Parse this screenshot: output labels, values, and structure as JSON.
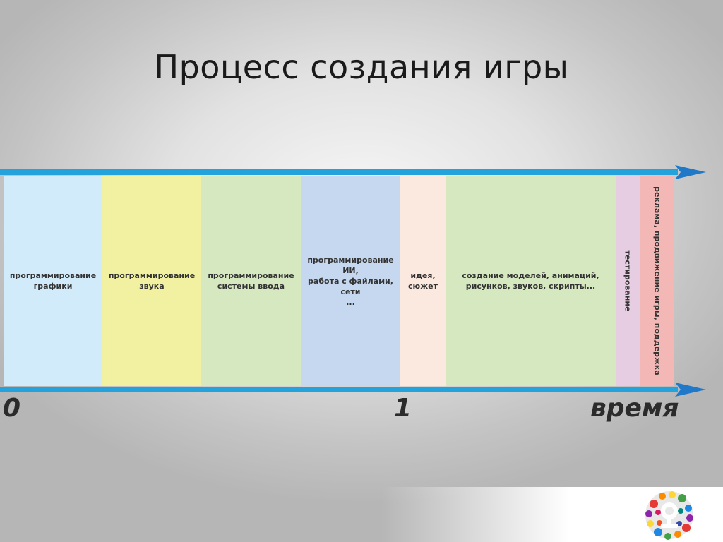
{
  "title": "Процесс создания игры",
  "segments": [
    {
      "label": "программирование\nграфики",
      "color": "#d2ebfb",
      "start": 0,
      "end": 140
    },
    {
      "label": "программирование\nзвука",
      "color": "#f1f1a1",
      "start": 140,
      "end": 280
    },
    {
      "label": "программирование\nсистемы ввода",
      "color": "#d6e8c0",
      "start": 280,
      "end": 421
    },
    {
      "label": "программирование\nИИ,\nработа с файлами,\nсети\n...",
      "color": "#c5d8ef",
      "start": 421,
      "end": 562
    },
    {
      "label": "идея,\nсюжет",
      "color": "#fbe8df",
      "start": 562,
      "end": 626
    },
    {
      "label": "создание моделей, анимаций,\nрисунков, звуков, скрипты...",
      "color": "#d6e8c0",
      "start": 626,
      "end": 867
    },
    {
      "label": "тестирование",
      "color": "#e6cde2",
      "start": 867,
      "end": 901,
      "vertical": true
    },
    {
      "label": "реклама, продвижение игры, поддержка",
      "color": "#f3b8b5",
      "start": 901,
      "end": 950,
      "vertical": true
    }
  ],
  "axis": {
    "zero": "0",
    "one": "1",
    "time": "время"
  },
  "colors": {
    "arrow": "#23a2dc",
    "arrow_head": "#1f78c8"
  }
}
